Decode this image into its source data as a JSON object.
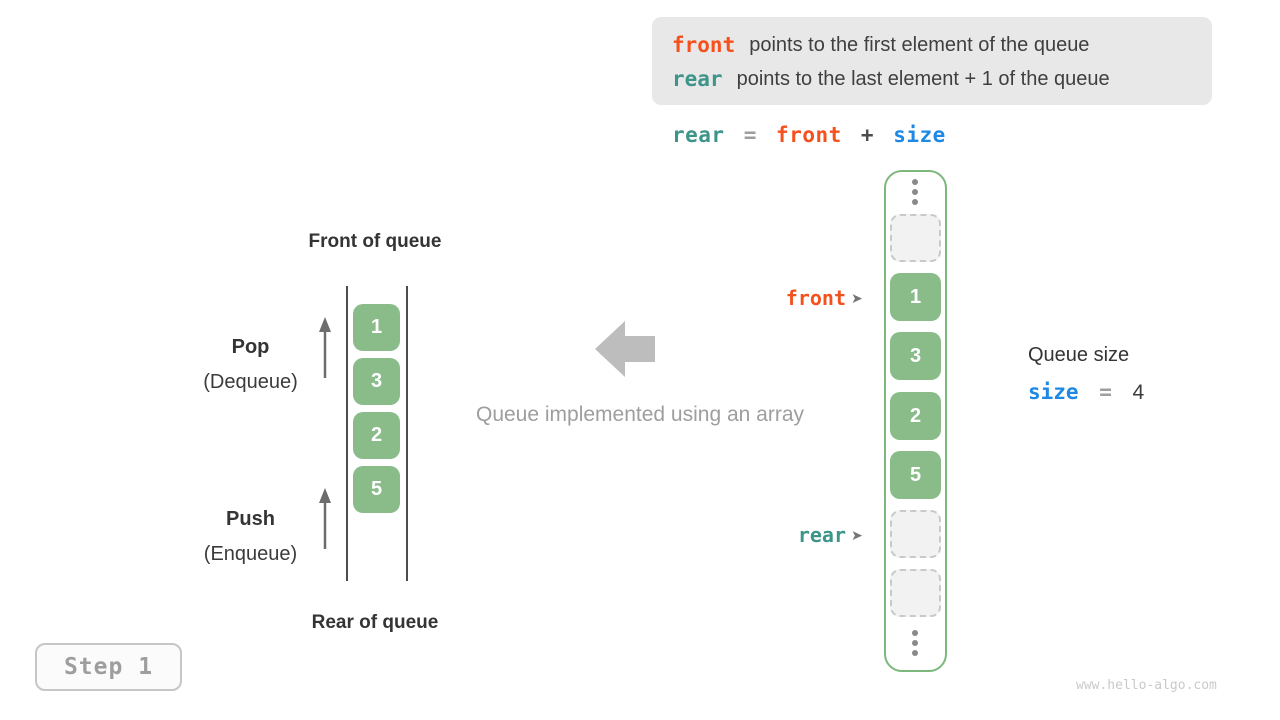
{
  "legend": {
    "front_keyword": "front",
    "front_text": "points to the first element of the queue",
    "rear_keyword": "rear",
    "rear_text": "points to the last element + 1 of the queue"
  },
  "formula": {
    "lhs": "rear",
    "equals": "=",
    "rhs_first": "front",
    "plus": "+",
    "rhs_second": "size"
  },
  "left_diagram": {
    "front_of_queue": "Front of queue",
    "rear_of_queue": "Rear of queue",
    "pop": "Pop",
    "pop_sub": "(Dequeue)",
    "push": "Push",
    "push_sub": "(Enqueue)",
    "values": [
      "1",
      "3",
      "2",
      "5"
    ]
  },
  "caption": "Queue implemented using an array",
  "array_diagram": {
    "front_pointer": "front",
    "rear_pointer": "rear",
    "pointer_glyph": "➤",
    "values": [
      "1",
      "3",
      "2",
      "5"
    ]
  },
  "size_panel": {
    "title": "Queue size",
    "variable": "size",
    "equals": "=",
    "value": "4"
  },
  "step_label": "Step 1",
  "watermark": "www.hello-algo.com",
  "colors": {
    "front_orange": "#f4511e",
    "rear_teal": "#3d9489",
    "size_blue": "#1e88e5",
    "cell_green": "#8abc8a",
    "frame_green": "#7cb87c",
    "legend_bg": "#e8e8e8",
    "caption_gray": "#9e9e9e"
  }
}
